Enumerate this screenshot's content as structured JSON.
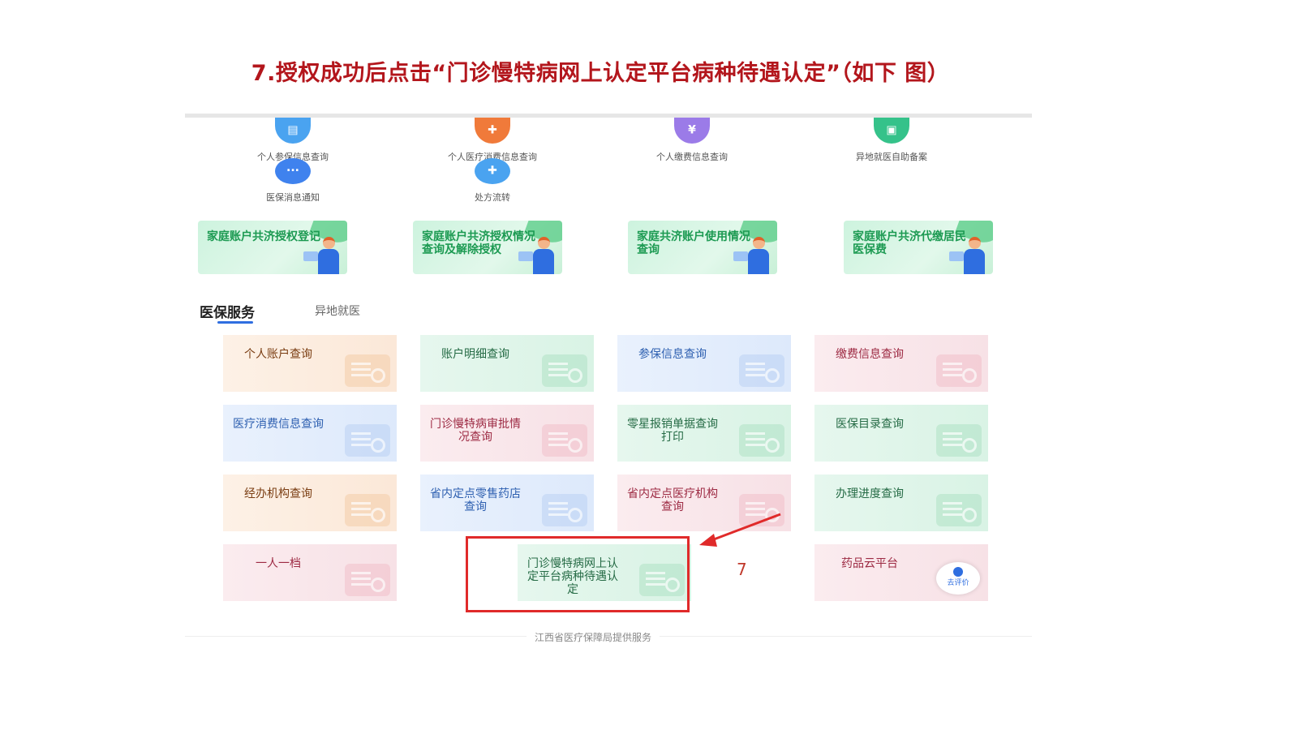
{
  "slide": {
    "title": "7.授权成功后点击“门诊慢特病网上认定平台病种待遇认定”（如下 图）",
    "step_number": "7"
  },
  "top_icons": [
    {
      "label": "个人参保信息查询",
      "icon": "id-card-icon",
      "color": "#4aa3f0"
    },
    {
      "label": "个人医疗消费信息查询",
      "icon": "hospital-icon",
      "color": "#f07a3a"
    },
    {
      "label": "个人缴费信息查询",
      "icon": "payment-icon",
      "color": "#9b7be8"
    },
    {
      "label": "异地就医自助备案",
      "icon": "record-icon",
      "color": "#35c28a"
    },
    {
      "label": "医保消息通知",
      "icon": "message-icon",
      "color": "#3f82ee"
    },
    {
      "label": "处方流转",
      "icon": "prescription-icon",
      "color": "#4aa3f0"
    }
  ],
  "banners": [
    {
      "label": "家庭账户共济授权登记"
    },
    {
      "label": "家庭账户共济授权情况查询及解除授权"
    },
    {
      "label": "家庭共济账户使用情况查询"
    },
    {
      "label": "家庭账户共济代缴居民医保费"
    }
  ],
  "tabs": {
    "active": "医保服务",
    "other": "异地就医"
  },
  "services": [
    {
      "label": "个人账户查询",
      "theme": "peach"
    },
    {
      "label": "账户明细查询",
      "theme": "green"
    },
    {
      "label": "参保信息查询",
      "theme": "blue"
    },
    {
      "label": "缴费信息查询",
      "theme": "pink"
    },
    {
      "label": "医疗消费信息查询",
      "theme": "blue"
    },
    {
      "label": "门诊慢特病审批情况查询",
      "theme": "pink"
    },
    {
      "label": "零星报销单据查询打印",
      "theme": "green"
    },
    {
      "label": "医保目录查询",
      "theme": "green"
    },
    {
      "label": "经办机构查询",
      "theme": "peach"
    },
    {
      "label": "省内定点零售药店查询",
      "theme": "blue"
    },
    {
      "label": "省内定点医疗机构查询",
      "theme": "pink"
    },
    {
      "label": "办理进度查询",
      "theme": "green"
    },
    {
      "label": "一人一档",
      "theme": "pink"
    },
    {
      "label": "门诊慢特病网上认定平台病种待遇认定",
      "theme": "green"
    },
    {
      "label": "药品云平台",
      "theme": "pink"
    }
  ],
  "evaluate_badge": "去评价",
  "footer": "江西省医疗保障局提供服务",
  "colors": {
    "title_red": "#b3161c",
    "highlight_red": "#e02a2a",
    "accent_blue": "#2f6ee0"
  }
}
